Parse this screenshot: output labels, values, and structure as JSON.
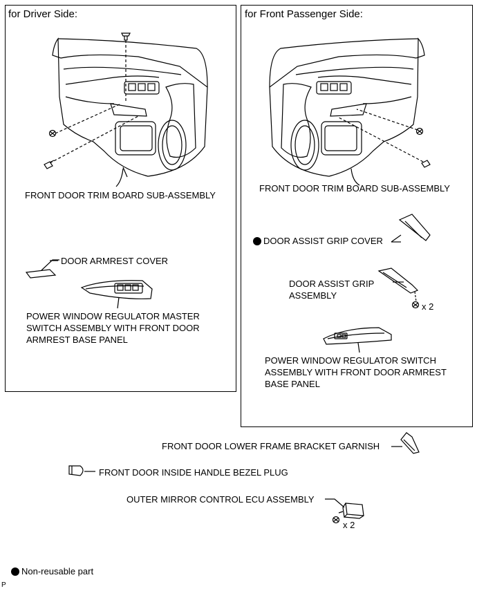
{
  "driver": {
    "header": "for Driver Side:",
    "trim_board_label": "FRONT DOOR TRIM BOARD SUB-ASSEMBLY",
    "armrest_cover_label": "DOOR ARMREST COVER",
    "master_switch_label": [
      "POWER WINDOW REGULATOR MASTER",
      "SWITCH ASSEMBLY WITH FRONT DOOR",
      "ARMREST BASE PANEL"
    ]
  },
  "passenger": {
    "header": "for Front Passenger Side:",
    "trim_board_label": "FRONT DOOR TRIM BOARD SUB-ASSEMBLY",
    "grip_cover_label": "DOOR ASSIST GRIP COVER",
    "grip_label": [
      "DOOR ASSIST GRIP",
      "ASSEMBLY"
    ],
    "grip_qty": "x 2",
    "switch_label": [
      "POWER WINDOW REGULATOR SWITCH",
      "ASSEMBLY WITH FRONT DOOR ARMREST",
      "BASE PANEL"
    ]
  },
  "common": {
    "bracket_garnish_label": "FRONT DOOR LOWER FRAME BRACKET GARNISH",
    "bezel_plug_label": "FRONT DOOR INSIDE HANDLE BEZEL PLUG",
    "mirror_ecu_label": "OUTER MIRROR CONTROL ECU ASSEMBLY",
    "mirror_ecu_qty": "x 2"
  },
  "legend": {
    "non_reusable": "Non-reusable part"
  },
  "corner_mark": "P",
  "icons": [
    "non-reusable-dot-icon",
    "screw-icon",
    "clip-icon"
  ]
}
